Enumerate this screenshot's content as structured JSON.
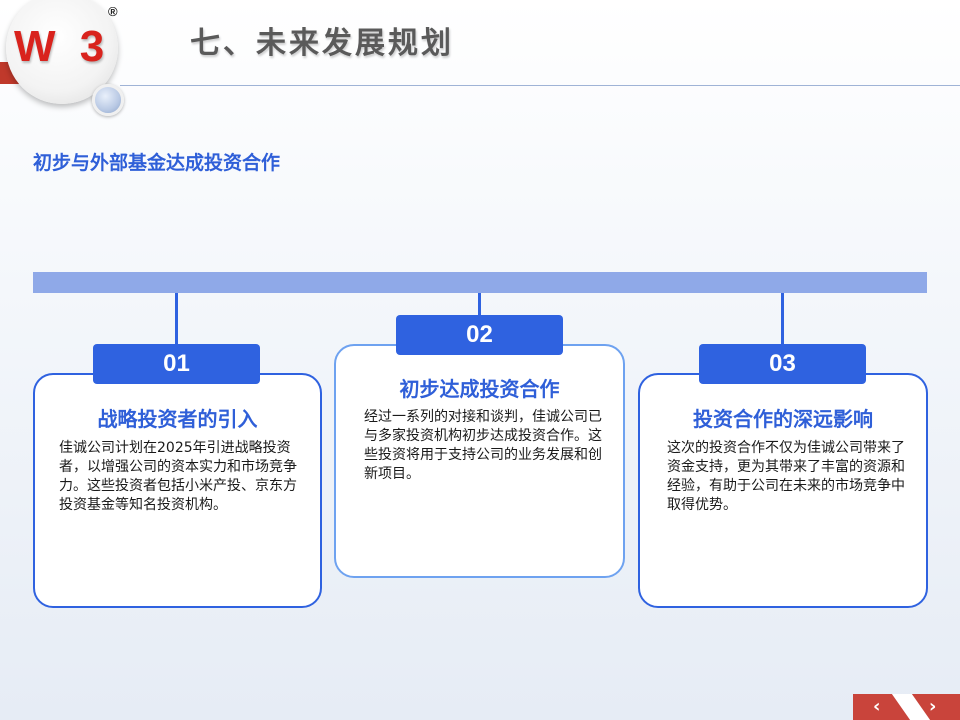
{
  "logo": {
    "text": "W 3",
    "registered": "®"
  },
  "header": {
    "title": "七、未来发展规划"
  },
  "subtitle": "初步与外部基金达成投资合作",
  "cards": [
    {
      "number": "01",
      "title": "战略投资者的引入",
      "body": "佳诚公司计划在2025年引进战略投资者，以增强公司的资本实力和市场竞争力。这些投资者包括小米产投、京东方投资基金等知名投资机构。"
    },
    {
      "number": "02",
      "title": "初步达成投资合作",
      "body": "经过一系列的对接和谈判，佳诚公司已与多家投资机构初步达成投资合作。这些投资将用于支持公司的业务发展和创新项目。"
    },
    {
      "number": "03",
      "title": "投资合作的深远影响",
      "body": "这次的投资合作不仅为佳诚公司带来了资金支持，更为其带来了丰富的资源和经验，有助于公司在未来的市场竞争中取得优势。"
    }
  ],
  "nav": {
    "prev": "‹",
    "next": "›"
  },
  "colors": {
    "accent": "#2f62e0",
    "timeline": "#8fa9e8",
    "title_text": "#2f5fd8",
    "nav": "#c9443b",
    "logo_red": "#d9231d"
  }
}
